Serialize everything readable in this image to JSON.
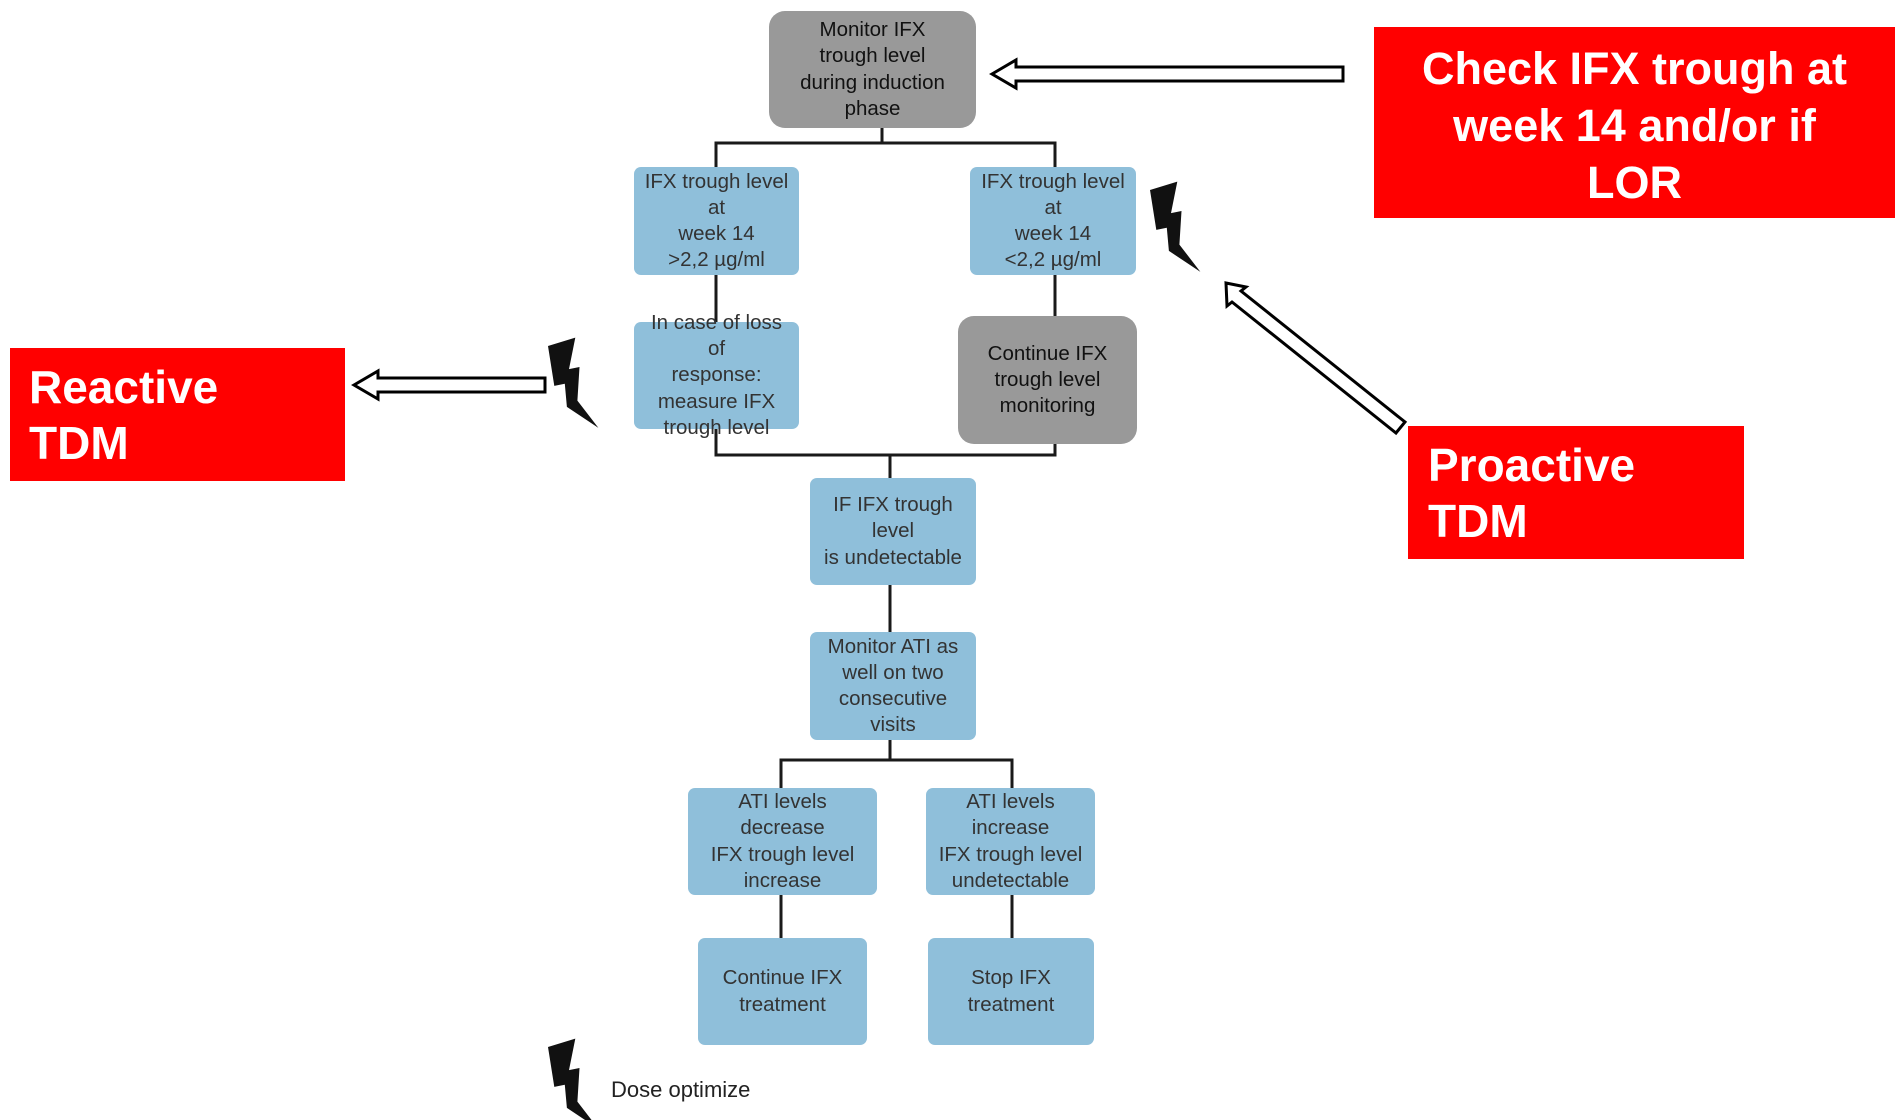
{
  "diagram": {
    "nodes": {
      "monitor_induction": "Monitor IFX\ntrough level\nduring induction\nphase",
      "trough_high": "IFX trough level at\nweek 14\n>2,2 µg/ml",
      "trough_low": "IFX trough level at\nweek 14\n<2,2 µg/ml",
      "loss_of_response": "In case of loss of\nresponse:\nmeasure IFX\ntrough level",
      "continue_monitoring": "Continue IFX\ntrough level\nmonitoring",
      "undetectable": "IF IFX trough level\nis undetectable",
      "monitor_ati": "Monitor ATI as\nwell on two\nconsecutive visits",
      "ati_decrease": "ATI levels decrease\nIFX trough level\nincrease",
      "ati_increase": "ATI levels increase\nIFX trough level\nundetectable",
      "continue_treatment": "Continue IFX\ntreatment",
      "stop_treatment": "Stop IFX\ntreatment"
    },
    "legend": {
      "icon": "lightning-bolt-icon",
      "label": "Dose optimize"
    }
  },
  "callouts": {
    "check_trough": "Check IFX trough at\nweek 14 and/or if\nLOR",
    "reactive": "Reactive\nTDM",
    "proactive": "Proactive\nTDM"
  },
  "colors": {
    "callout_background": "#ff0000",
    "process_box": "#8fbfda",
    "monitor_box": "#999999",
    "connector": "#1a1a1a"
  }
}
